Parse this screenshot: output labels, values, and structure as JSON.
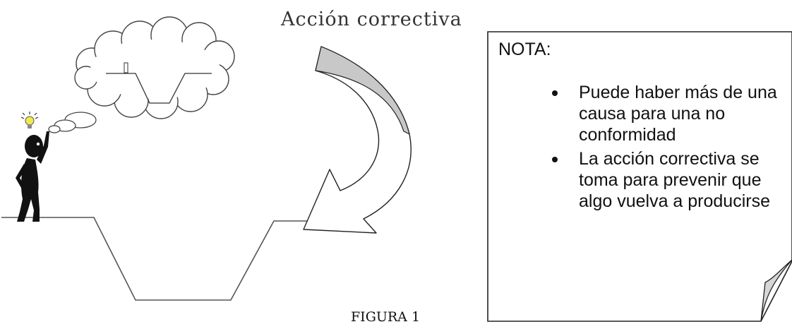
{
  "diagram": {
    "title": "Acción correctiva",
    "caption": "FIGURA 1"
  },
  "note": {
    "heading": "NOTA:",
    "items": [
      "Puede haber más de una causa para una no conformidad",
      "La acción correctiva se toma para prevenir que algo vuelva a producirse"
    ]
  },
  "colors": {
    "arrow_fill": "#c8c8c8",
    "line": "#555555",
    "bulb": "#f2e94a",
    "figure": "#111111"
  }
}
